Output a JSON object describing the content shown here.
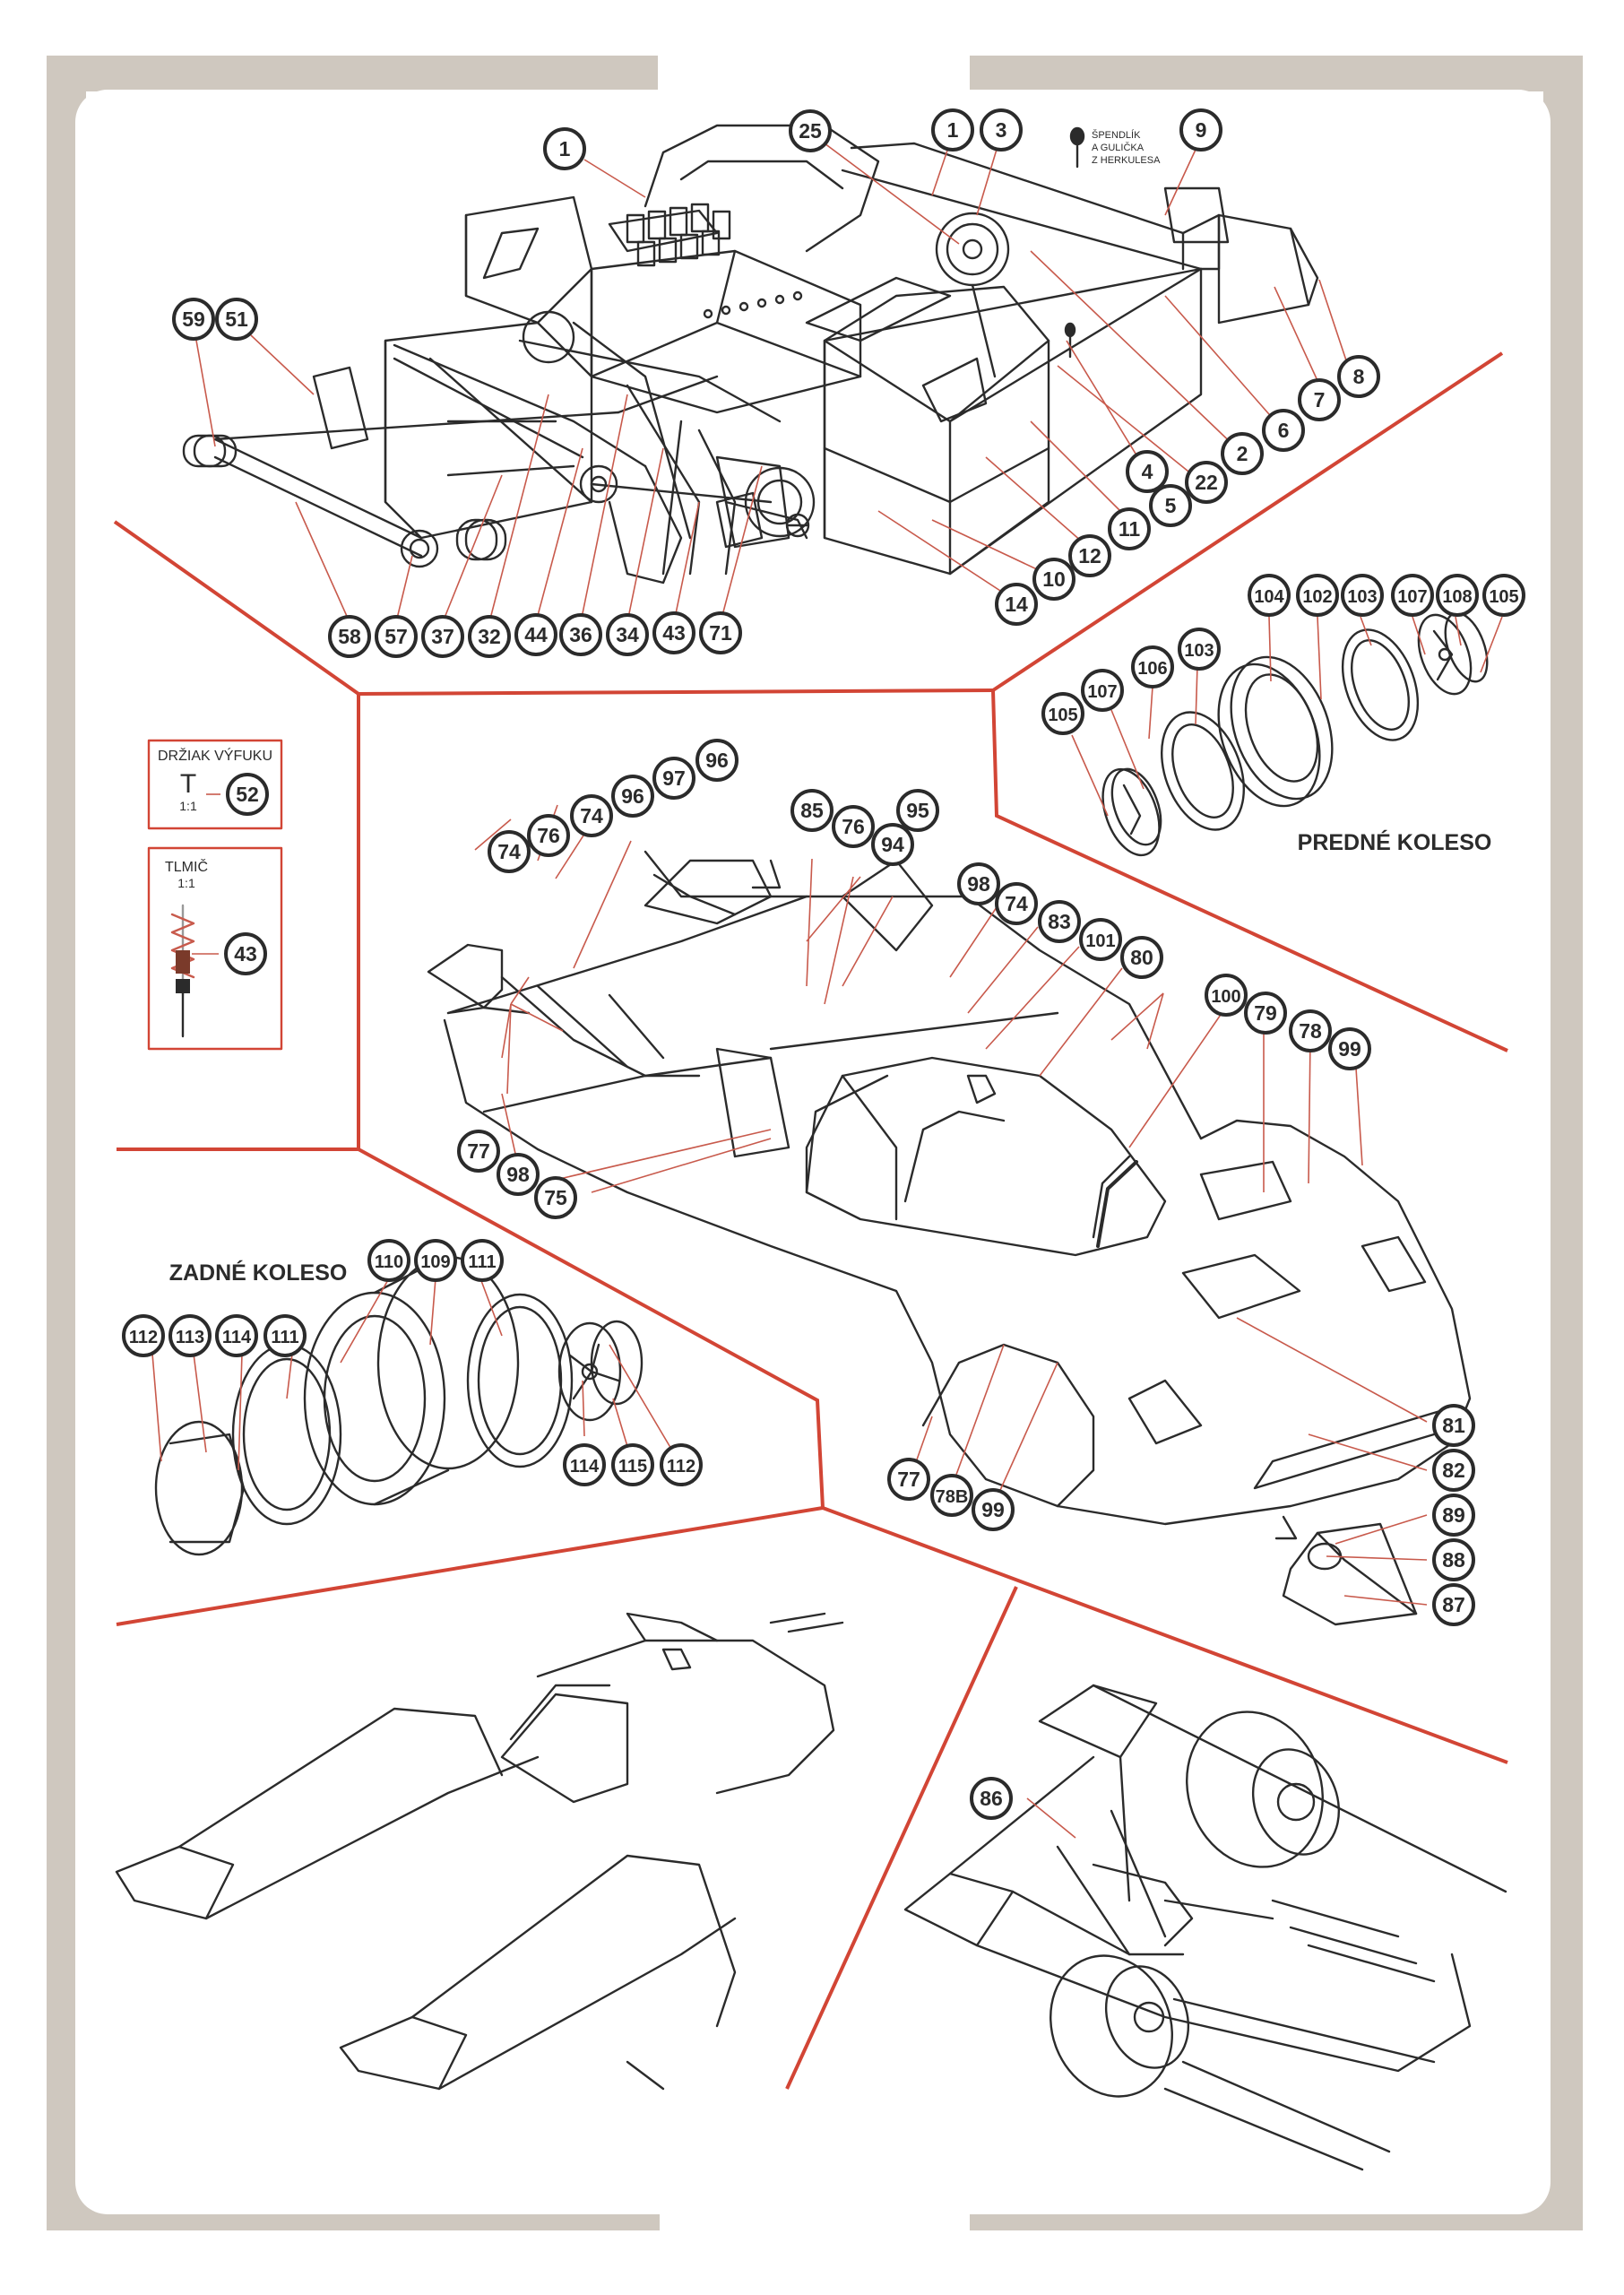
{
  "colors": {
    "frame": "#cfc8bf",
    "panel": "#ffffff",
    "divider": "#d24535",
    "ink": "#2b2b2b",
    "leader": "#c85a4c"
  },
  "notes": {
    "pin_line1": "ŠPENDLÍK",
    "pin_line2": "A GULIČKA",
    "pin_line3": "Z HERKULESA",
    "exhaust_title": "DRŽIAK VÝFUKU",
    "exhaust_symbol": "T",
    "exhaust_scale": "1:1",
    "damper_title": "TLMIČ",
    "damper_scale": "1:1"
  },
  "section_titles": {
    "front_wheel": "PREDNÉ KOLESO",
    "rear_wheel": "ZADNÉ KOLESO"
  },
  "callouts": [
    {
      "id": "c-1a",
      "label": "1"
    },
    {
      "id": "c-25",
      "label": "25"
    },
    {
      "id": "c-1b",
      "label": "1"
    },
    {
      "id": "c-3",
      "label": "3"
    },
    {
      "id": "c-9",
      "label": "9"
    },
    {
      "id": "c-59",
      "label": "59"
    },
    {
      "id": "c-51",
      "label": "51"
    },
    {
      "id": "c-8",
      "label": "8"
    },
    {
      "id": "c-7",
      "label": "7"
    },
    {
      "id": "c-6",
      "label": "6"
    },
    {
      "id": "c-2",
      "label": "2"
    },
    {
      "id": "c-22",
      "label": "22"
    },
    {
      "id": "c-4",
      "label": "4"
    },
    {
      "id": "c-5",
      "label": "5"
    },
    {
      "id": "c-11",
      "label": "11"
    },
    {
      "id": "c-12",
      "label": "12"
    },
    {
      "id": "c-10",
      "label": "10"
    },
    {
      "id": "c-14",
      "label": "14"
    },
    {
      "id": "c-58",
      "label": "58"
    },
    {
      "id": "c-57",
      "label": "57"
    },
    {
      "id": "c-37",
      "label": "37"
    },
    {
      "id": "c-32",
      "label": "32"
    },
    {
      "id": "c-44",
      "label": "44"
    },
    {
      "id": "c-36",
      "label": "36"
    },
    {
      "id": "c-34",
      "label": "34"
    },
    {
      "id": "c-43a",
      "label": "43"
    },
    {
      "id": "c-71",
      "label": "71"
    },
    {
      "id": "c-104",
      "label": "104"
    },
    {
      "id": "c-102",
      "label": "102"
    },
    {
      "id": "c-103a",
      "label": "103"
    },
    {
      "id": "c-107a",
      "label": "107"
    },
    {
      "id": "c-108",
      "label": "108"
    },
    {
      "id": "c-105a",
      "label": "105"
    },
    {
      "id": "c-103b",
      "label": "103"
    },
    {
      "id": "c-106",
      "label": "106"
    },
    {
      "id": "c-107b",
      "label": "107"
    },
    {
      "id": "c-105b",
      "label": "105"
    },
    {
      "id": "c-52",
      "label": "52"
    },
    {
      "id": "c-43b",
      "label": "43"
    },
    {
      "id": "c-96a",
      "label": "96"
    },
    {
      "id": "c-97",
      "label": "97"
    },
    {
      "id": "c-96b",
      "label": "96"
    },
    {
      "id": "c-74a",
      "label": "74"
    },
    {
      "id": "c-76a",
      "label": "76"
    },
    {
      "id": "c-74b",
      "label": "74"
    },
    {
      "id": "c-85",
      "label": "85"
    },
    {
      "id": "c-76b",
      "label": "76"
    },
    {
      "id": "c-95",
      "label": "95"
    },
    {
      "id": "c-94",
      "label": "94"
    },
    {
      "id": "c-98a",
      "label": "98"
    },
    {
      "id": "c-74c",
      "label": "74"
    },
    {
      "id": "c-83",
      "label": "83"
    },
    {
      "id": "c-101",
      "label": "101"
    },
    {
      "id": "c-80",
      "label": "80"
    },
    {
      "id": "c-100",
      "label": "100"
    },
    {
      "id": "c-79",
      "label": "79"
    },
    {
      "id": "c-78",
      "label": "78"
    },
    {
      "id": "c-99a",
      "label": "99"
    },
    {
      "id": "c-77a",
      "label": "77"
    },
    {
      "id": "c-98b",
      "label": "98"
    },
    {
      "id": "c-75",
      "label": "75"
    },
    {
      "id": "c-110",
      "label": "110"
    },
    {
      "id": "c-109",
      "label": "109"
    },
    {
      "id": "c-111a",
      "label": "111"
    },
    {
      "id": "c-112a",
      "label": "112"
    },
    {
      "id": "c-113",
      "label": "113"
    },
    {
      "id": "c-114a",
      "label": "114"
    },
    {
      "id": "c-111b",
      "label": "111"
    },
    {
      "id": "c-114b",
      "label": "114"
    },
    {
      "id": "c-115",
      "label": "115"
    },
    {
      "id": "c-112b",
      "label": "112"
    },
    {
      "id": "c-81",
      "label": "81"
    },
    {
      "id": "c-82",
      "label": "82"
    },
    {
      "id": "c-89",
      "label": "89"
    },
    {
      "id": "c-88",
      "label": "88"
    },
    {
      "id": "c-87",
      "label": "87"
    },
    {
      "id": "c-77b",
      "label": "77"
    },
    {
      "id": "c-78b",
      "label": "78B"
    },
    {
      "id": "c-99b",
      "label": "99"
    },
    {
      "id": "c-86",
      "label": "86"
    }
  ]
}
